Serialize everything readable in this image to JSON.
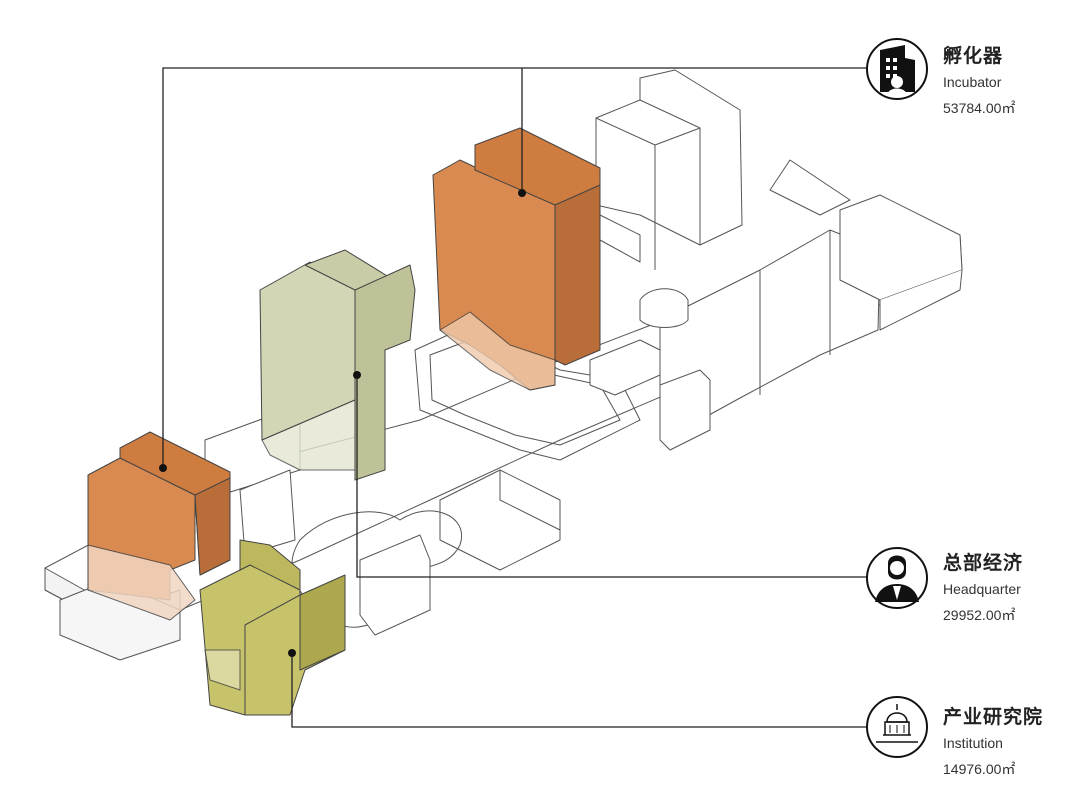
{
  "legend": [
    {
      "key": "incubator",
      "title": "孵化器",
      "subtitle": "Incubator",
      "area": "53784.00㎡",
      "icon": "office-building-icon",
      "color": "#D98A50"
    },
    {
      "key": "headquarter",
      "title": "总部经济",
      "subtitle": "Headquarter",
      "area": "29952.00㎡",
      "icon": "businessman-icon",
      "color": "#D3D6B4"
    },
    {
      "key": "institution",
      "title": "产业研究院",
      "subtitle": "Institution",
      "area": "14976.00㎡",
      "icon": "domed-building-icon",
      "color": "#C7C36B"
    }
  ],
  "colors": {
    "incubator": "#D98A50",
    "headquarter": "#D3D6B4",
    "institution": "#C7C36B",
    "line": "#222222",
    "context": "#ffffff"
  }
}
